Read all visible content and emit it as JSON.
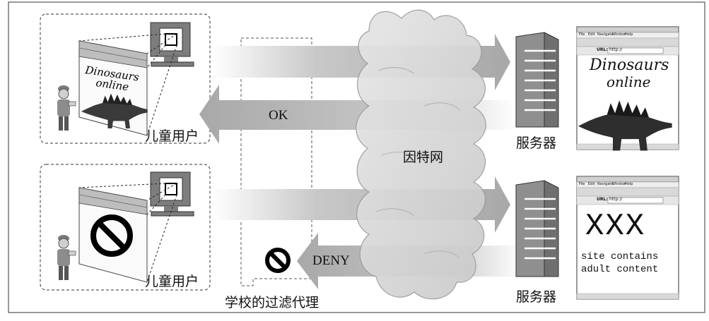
{
  "labels": {
    "child_user_top": "儿童用户",
    "child_user_bottom": "儿童用户",
    "server_top": "服务器",
    "server_bottom": "服务器",
    "internet": "因特网",
    "proxy": "学校的过滤代理",
    "ok": "OK",
    "deny": "DENY"
  },
  "pages": {
    "dino_line1": "Dinosaurs",
    "dino_line2": "online",
    "xxx": "XXX",
    "adult_line1": "site contains",
    "adult_line2": "adult content",
    "url_label": "URL:",
    "url_value": "http://",
    "menu_file": "File",
    "menu_edit": "Edit",
    "menu_navigate": "Navigate",
    "menu_window": "Window",
    "menu_help": "Help"
  },
  "colors": {
    "arrow": "#a9a9a9",
    "cloud": "#d6d6d6",
    "monitor": "#8a8a8a",
    "deny": "#000000"
  },
  "icons": [
    "monitor-icon",
    "person-icon",
    "server-icon",
    "prohibit-icon",
    "cloud-icon",
    "browser-window-icon",
    "dinosaur-icon"
  ]
}
